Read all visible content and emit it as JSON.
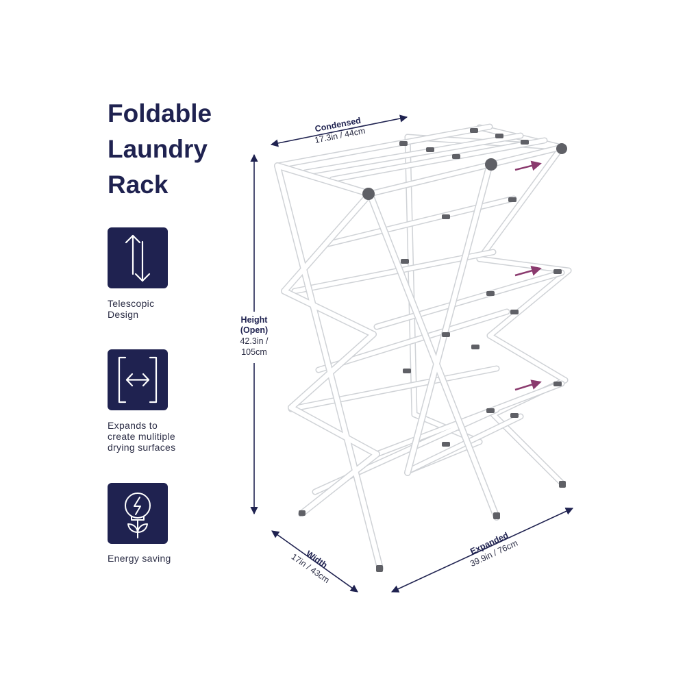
{
  "title": {
    "line1": "Foldable",
    "line2": "Laundry",
    "line3": "Rack"
  },
  "features": [
    {
      "icon": "vertical-arrows-icon",
      "label_line1": "Telescopic",
      "label_line2": "Design",
      "label_line3": ""
    },
    {
      "icon": "horizontal-expand-icon",
      "label_line1": "Expands to",
      "label_line2": "create mulitiple",
      "label_line3": "drying surfaces"
    },
    {
      "icon": "energy-bulb-icon",
      "label_line1": "Energy saving",
      "label_line2": "",
      "label_line3": ""
    }
  ],
  "dimensions": {
    "condensed": {
      "label": "Condensed",
      "value": "17.3in / 44cm"
    },
    "height": {
      "label_line1": "Height",
      "label_line2": "(Open)",
      "value_line1": "42.3in /",
      "value_line2": "105cm"
    },
    "width": {
      "label": "Width",
      "value": "17in / 43cm"
    },
    "expanded": {
      "label": "Expanded",
      "value": "39.9in / 76cm"
    }
  },
  "colors": {
    "navy": "#1f2250",
    "rack_frame": "#ffffff",
    "rack_outline": "#d4d6da",
    "joint_gray": "#5f6066",
    "arrow_purple": "#8a3a6e"
  }
}
